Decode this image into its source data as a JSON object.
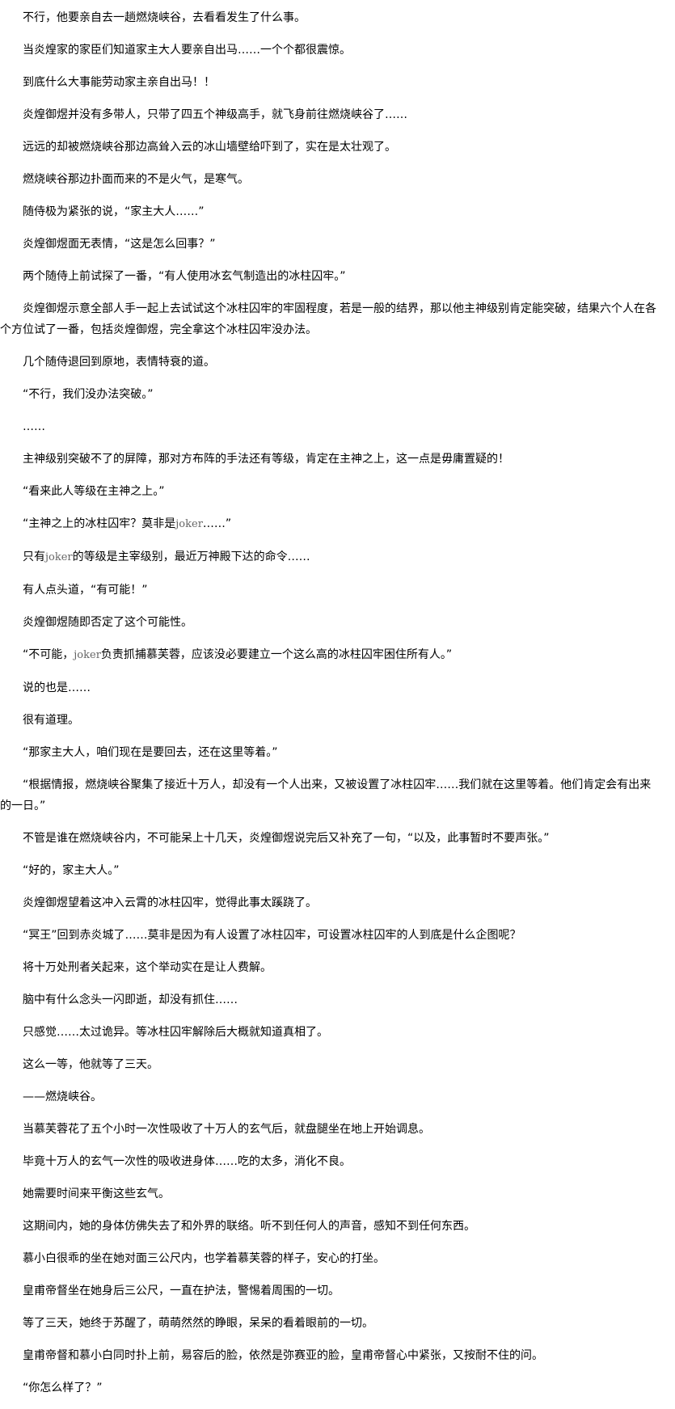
{
  "paragraphs": [
    {
      "text": "不行，他要亲自去一趟燃烧峡谷，去看看发生了什么事。"
    },
    {
      "text": "当炎煌家的家臣们知道家主大人要亲自出马……一个个都很震惊。"
    },
    {
      "text": "到底什么大事能劳动家主亲自出马！！"
    },
    {
      "text": "炎煌御煜并没有多带人，只带了四五个神级高手，就飞身前往燃烧峡谷了……"
    },
    {
      "text": "远远的却被燃烧峡谷那边高耸入云的冰山墙壁给吓到了，实在是太壮观了。"
    },
    {
      "text": "燃烧峡谷那边扑面而来的不是火气，是寒气。"
    },
    {
      "text": "随侍极为紧张的说，“家主大人……”"
    },
    {
      "text": "炎煌御煜面无表情，“这是怎么回事？”"
    },
    {
      "text": "两个随侍上前试探了一番，“有人使用冰玄气制造出的冰柱囚牢。”"
    },
    {
      "text": "炎煌御煜示意全部人手一起上去试试这个冰柱囚牢的牢固程度，若是一般的结界，那以他主神级别肯定能突破，结果六个人在各个方位试了一番，包括炎煌御煜，完全拿这个冰柱囚牢没办法。"
    },
    {
      "text": "几个随侍退回到原地，表情特衰的道。"
    },
    {
      "text": "“不行，我们没办法突破。”"
    },
    {
      "text": "……"
    },
    {
      "text": "主神级别突破不了的屏障，那对方布阵的手法还有等级，肯定在主神之上，这一点是毋庸置疑的！"
    },
    {
      "text": "“看来此人等级在主神之上。”"
    },
    {
      "pre": "“主神之上的冰柱囚牢？莫非是",
      "latin": "joker",
      "post": "……”"
    },
    {
      "pre": "只有",
      "latin": "joker",
      "post": "的等级是主宰级别，最近万神殿下达的命令……"
    },
    {
      "text": "有人点头道，“有可能！”"
    },
    {
      "text": "炎煌御煜随即否定了这个可能性。"
    },
    {
      "pre": "“不可能，",
      "latin": "joker",
      "post": "负责抓捕慕芙蓉，应该没必要建立一个这么高的冰柱囚牢困住所有人。”"
    },
    {
      "text": "说的也是……"
    },
    {
      "text": "很有道理。"
    },
    {
      "text": "“那家主大人，咱们现在是要回去，还在这里等着。”"
    },
    {
      "text": "“根据情报，燃烧峡谷聚集了接近十万人，却没有一个人出来，又被设置了冰柱囚牢……我们就在这里等着。他们肯定会有出来的一日。”"
    },
    {
      "text": "不管是谁在燃烧峡谷内，不可能呆上十几天，炎煌御煜说完后又补充了一句，“以及，此事暂时不要声张。”"
    },
    {
      "text": "“好的，家主大人。”"
    },
    {
      "text": "炎煌御煜望着这冲入云霄的冰柱囚牢，觉得此事太蹊跷了。"
    },
    {
      "text": "“冥王”回到赤炎城了……莫非是因为有人设置了冰柱囚牢，可设置冰柱囚牢的人到底是什么企图呢？"
    },
    {
      "text": "将十万处刑者关起来，这个举动实在是让人费解。"
    },
    {
      "text": "脑中有什么念头一闪即逝，却没有抓住……"
    },
    {
      "text": "只感觉……太过诡异。等冰柱囚牢解除后大概就知道真相了。"
    },
    {
      "text": "这么一等，他就等了三天。"
    },
    {
      "text": "——燃烧峡谷。"
    },
    {
      "text": "当慕芙蓉花了五个小时一次性吸收了十万人的玄气后，就盘腿坐在地上开始调息。"
    },
    {
      "text": "毕竟十万人的玄气一次性的吸收进身体……吃的太多，消化不良。"
    },
    {
      "text": "她需要时间来平衡这些玄气。"
    },
    {
      "text": "这期间内，她的身体仿佛失去了和外界的联络。听不到任何人的声音，感知不到任何东西。"
    },
    {
      "text": "慕小白很乖的坐在她对面三公尺内，也学着慕芙蓉的样子，安心的打坐。"
    },
    {
      "text": "皇甫帝督坐在她身后三公尺，一直在护法，警惕着周围的一切。"
    },
    {
      "text": "等了三天，她终于苏醒了，萌萌然然的睁眼，呆呆的看着眼前的一切。"
    },
    {
      "text": "皇甫帝督和慕小白同时扑上前，易容后的脸，依然是弥赛亚的脸，皇甫帝督心中紧张，又按耐不住的问。"
    },
    {
      "text": "“你怎么样了？”"
    }
  ]
}
